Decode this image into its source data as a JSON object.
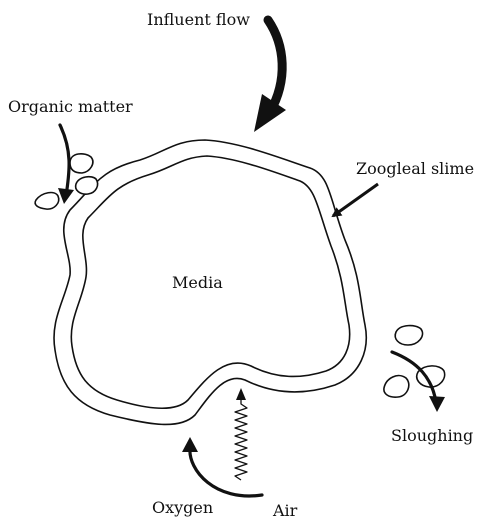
{
  "labels": {
    "influent_flow": "Influent flow",
    "organic_matter": "Organic matter",
    "zoogleal_slime": "Zoogleal slime",
    "media": "Media",
    "sloughing": "Sloughing",
    "oxygen": "Oxygen",
    "air": "Air"
  }
}
